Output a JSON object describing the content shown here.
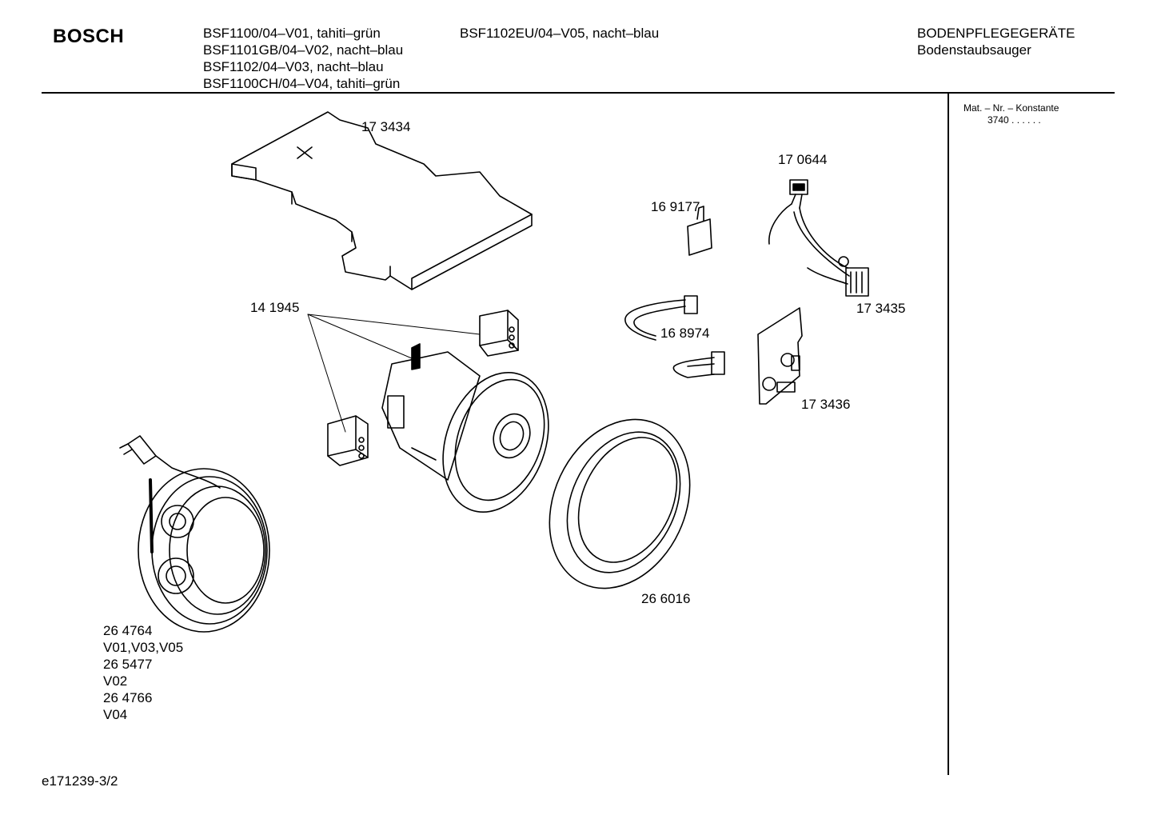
{
  "header": {
    "brand": "BOSCH",
    "models_col1": [
      "BSF1100/04–V01, tahiti–grün",
      "BSF1101GB/04–V02, nacht–blau",
      "BSF1102/04–V03, nacht–blau",
      "BSF1100CH/04–V04, tahiti–grün"
    ],
    "models_col2": [
      "BSF1102EU/04–V05, nacht–blau"
    ],
    "category": "BODENPFLEGEGERÄTE",
    "subcategory": "Bodenstaubsauger"
  },
  "sidebar": {
    "mat_label": "Mat. – Nr. – Konstante",
    "mat_value": "3740  .  .    .  .  .  ."
  },
  "parts": {
    "cover": "17 3434",
    "switch": "17 0644",
    "plate": "16 9177",
    "connector": "17 3435",
    "dampers": "14 1945",
    "cable_harness": "16 8974",
    "circuit_board": "17 3436",
    "seal_ring": "26 6016",
    "cable_reel_lines": [
      "26 4764",
      "V01,V03,V05",
      "26 5477",
      "V02",
      "26 4766",
      "V04"
    ]
  },
  "footer": {
    "doc_id": "e171239-3/2"
  }
}
